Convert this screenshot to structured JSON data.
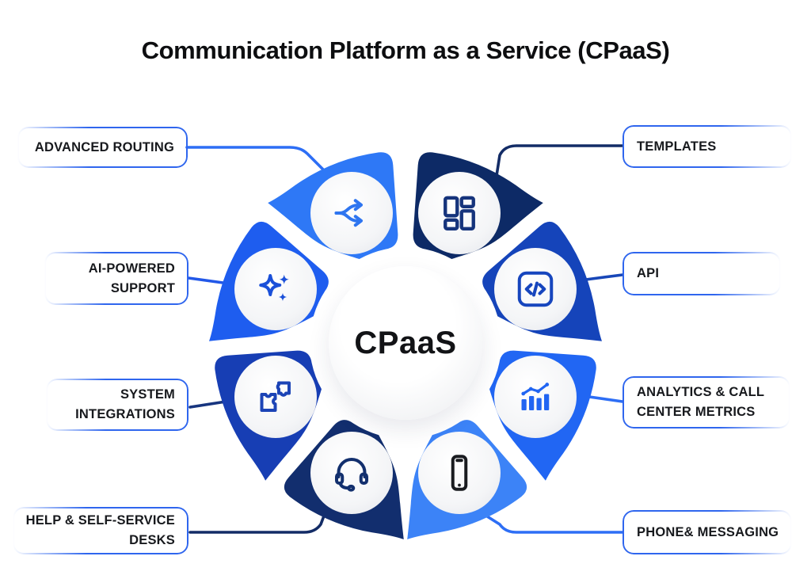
{
  "title": "Communication Platform as a Service (CPaaS)",
  "center": {
    "label": "CPaaS"
  },
  "labels": [
    {
      "id": "advanced-routing",
      "text": "ADVANCED ROUTING"
    },
    {
      "id": "ai-powered-support",
      "text": "AI-POWERED\nSUPPORT"
    },
    {
      "id": "system-integrations",
      "text": "SYSTEM\nINTEGRATIONS"
    },
    {
      "id": "help-self-service-desks",
      "text": "HELP & SELF-SERVICE\nDESKS"
    },
    {
      "id": "templates",
      "text": "TEMPLATES"
    },
    {
      "id": "api",
      "text": "API"
    },
    {
      "id": "analytics-call-center-metrics",
      "text": "ANALYTICS & CALL\nCENTER METRICS"
    },
    {
      "id": "phone-messaging",
      "text": "PHONE& MESSAGING"
    }
  ],
  "wedges": [
    {
      "id": "templates",
      "icon": "grid-icon",
      "color": "#0d2a66",
      "icon_color": "#16347c",
      "connector_color": "#132c66"
    },
    {
      "id": "api",
      "icon": "code-icon",
      "color": "#1544ba",
      "icon_color": "#1746be",
      "connector_color": "#1847b8"
    },
    {
      "id": "analytics",
      "icon": "bar-chart-icon",
      "color": "#2166f3",
      "icon_color": "#2165f2",
      "connector_color": "#2d6ef5"
    },
    {
      "id": "phone",
      "icon": "smartphone-icon",
      "color": "#3c83f7",
      "icon_color": "#1a1c20",
      "connector_color": "#2d6ef5"
    },
    {
      "id": "help",
      "icon": "headset-icon",
      "color": "#122e6e",
      "icon_color": "#13306e",
      "connector_color": "#132c66"
    },
    {
      "id": "system",
      "icon": "puzzle-icon",
      "color": "#173eb4",
      "icon_color": "#1c44b6",
      "connector_color": "#17357f"
    },
    {
      "id": "ai",
      "icon": "sparkles-icon",
      "color": "#1e5def",
      "icon_color": "#1b50d9",
      "connector_color": "#2258e8"
    },
    {
      "id": "advanced",
      "icon": "split-arrows-icon",
      "color": "#2e78f6",
      "icon_color": "#2e75f0",
      "connector_color": "#2d6ef5"
    }
  ],
  "palette": {
    "box_border": "#2f66ee",
    "background": "#ffffff",
    "title_color": "#0d0e10",
    "label_text_color": "#17191d"
  }
}
